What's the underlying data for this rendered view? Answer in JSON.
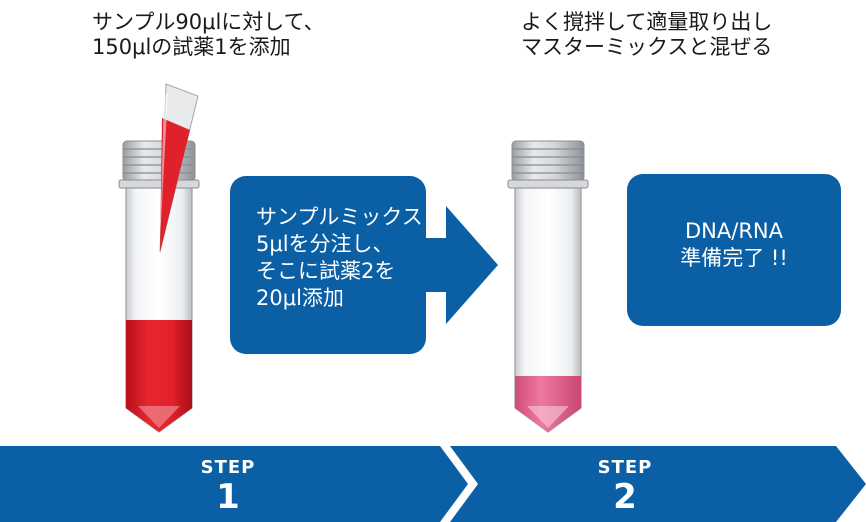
{
  "step1": {
    "caption_line1": "サンプル90μlに対して、",
    "caption_line2": "150μlの試薬1を添加",
    "box_lines": [
      "サンプルミックス",
      "5μlを分注し、",
      "そこに試薬2を",
      "20μl添加"
    ],
    "step_label": "STEP",
    "step_number": "1"
  },
  "step2": {
    "caption_line1": "よく撹拌して適量取り出し",
    "caption_line2": "マスターミックスと混ぜる",
    "box_lines": [
      "DNA/RNA",
      "準備完了 !!"
    ],
    "step_label": "STEP",
    "step_number": "2"
  },
  "colors": {
    "brand_blue": "#0b5fa5",
    "sample_red": "#e0202a",
    "mix_pink": "#e4648f"
  },
  "icons": [
    "pipette-tip-icon",
    "sample-tube-icon",
    "arrow-right-icon"
  ]
}
